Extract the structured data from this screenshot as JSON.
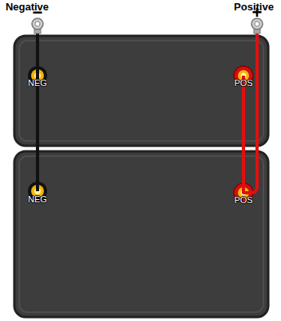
{
  "diagram": {
    "labels": [
      "Negative",
      "−",
      "Positive",
      "+",
      "NEG",
      "POS",
      "NEG",
      "POS"
    ]
  }
}
